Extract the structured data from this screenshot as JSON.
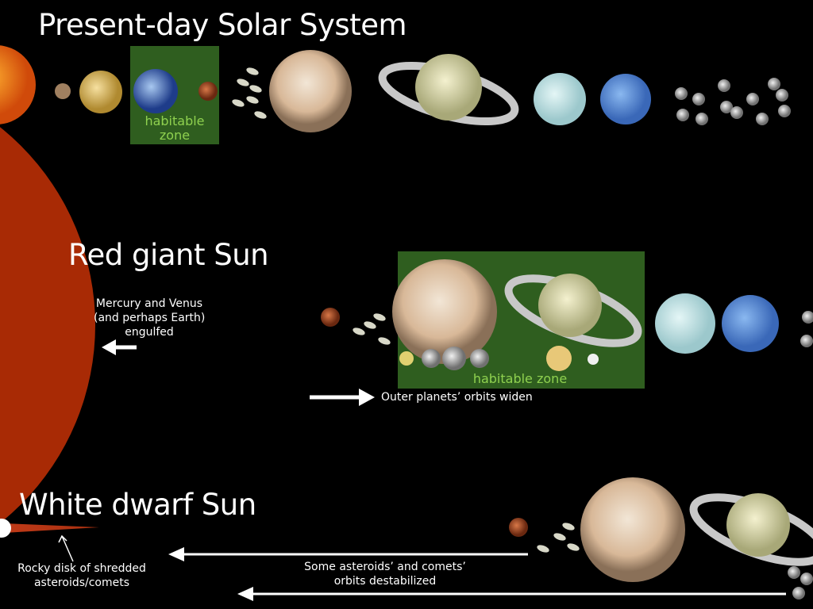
{
  "sections": {
    "present": {
      "title": "Present-day Solar System",
      "habitable_zone": "habitable zone"
    },
    "red_giant": {
      "title": "Red giant Sun",
      "engulf_note": [
        "Mercury and Venus",
        "(and perhaps Earth)",
        "engulfed"
      ],
      "habitable_zone": "habitable zone",
      "orbit_note": "Outer planets’ orbits widen"
    },
    "white_dwarf": {
      "title": "White dwarf Sun",
      "disk_note": [
        "Rocky disk of shredded",
        "asteroids/comets"
      ],
      "destabilized_note": [
        "Some asteroids’ and comets’",
        "orbits destabilized"
      ]
    }
  },
  "colors": {
    "habitable_zone_bg": "#2f5e1f",
    "habitable_zone_text": "#8fd14f",
    "sun": "#e8651a",
    "red_giant": "#d9400f"
  }
}
